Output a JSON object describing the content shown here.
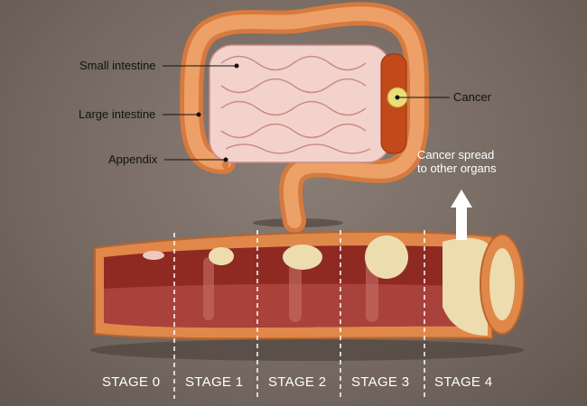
{
  "labels": {
    "small_intestine": "Small intestine",
    "large_intestine": "Large intestine",
    "appendix": "Appendix",
    "cancer": "Cancer",
    "spread_line1": "Cancer spread",
    "spread_line2": "to other organs"
  },
  "stages": [
    "STAGE 0",
    "STAGE 1",
    "STAGE 2",
    "STAGE 3",
    "STAGE 4"
  ],
  "colors": {
    "colon": "#e0884a",
    "small_intestine": "#f2c9c4",
    "tube_inner": "#8e2a22",
    "tumor": "#ecdca8",
    "background": "#7d716a"
  }
}
